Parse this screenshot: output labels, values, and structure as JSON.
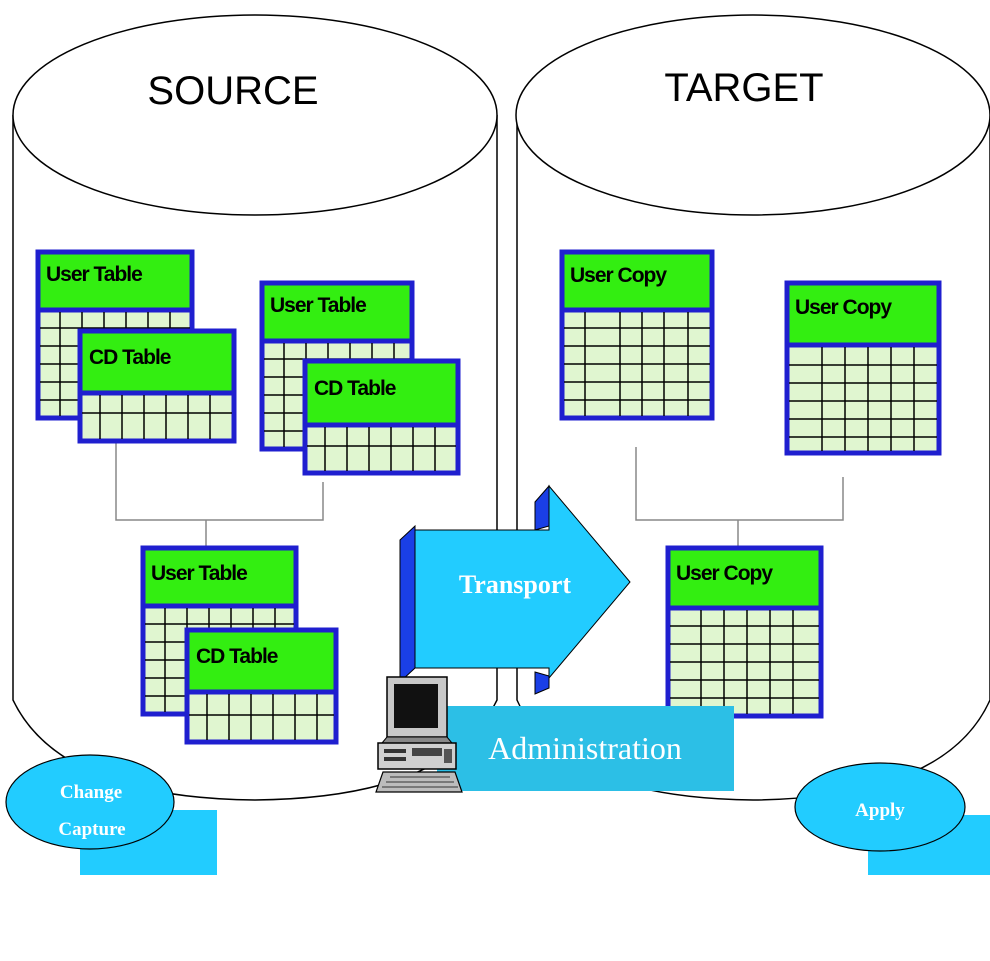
{
  "cylinders": {
    "source_label": "SOURCE",
    "target_label": "TARGET"
  },
  "source_tables": {
    "group_left": {
      "user": "User Table",
      "cd": "CD Table"
    },
    "group_right": {
      "user": "User Table",
      "cd": "CD Table"
    },
    "group_bottom": {
      "user": "User Table",
      "cd": "CD Table"
    }
  },
  "target_tables": {
    "copy_left": "User Copy",
    "copy_right": "User Copy",
    "copy_bottom": "User Copy"
  },
  "transport": {
    "label": "Transport"
  },
  "change_capture": {
    "line1": "Change",
    "line2": "Capture"
  },
  "apply": {
    "label": "Apply"
  },
  "administration": {
    "label": "Administration"
  },
  "colors": {
    "table_border": "#1f1fcf",
    "table_header": "#33ee11",
    "table_grid": "#e0f6d0",
    "cyan": "#22ccff",
    "arrow_side": "#1a3fe6",
    "admin_box": "#2cbfe6"
  }
}
